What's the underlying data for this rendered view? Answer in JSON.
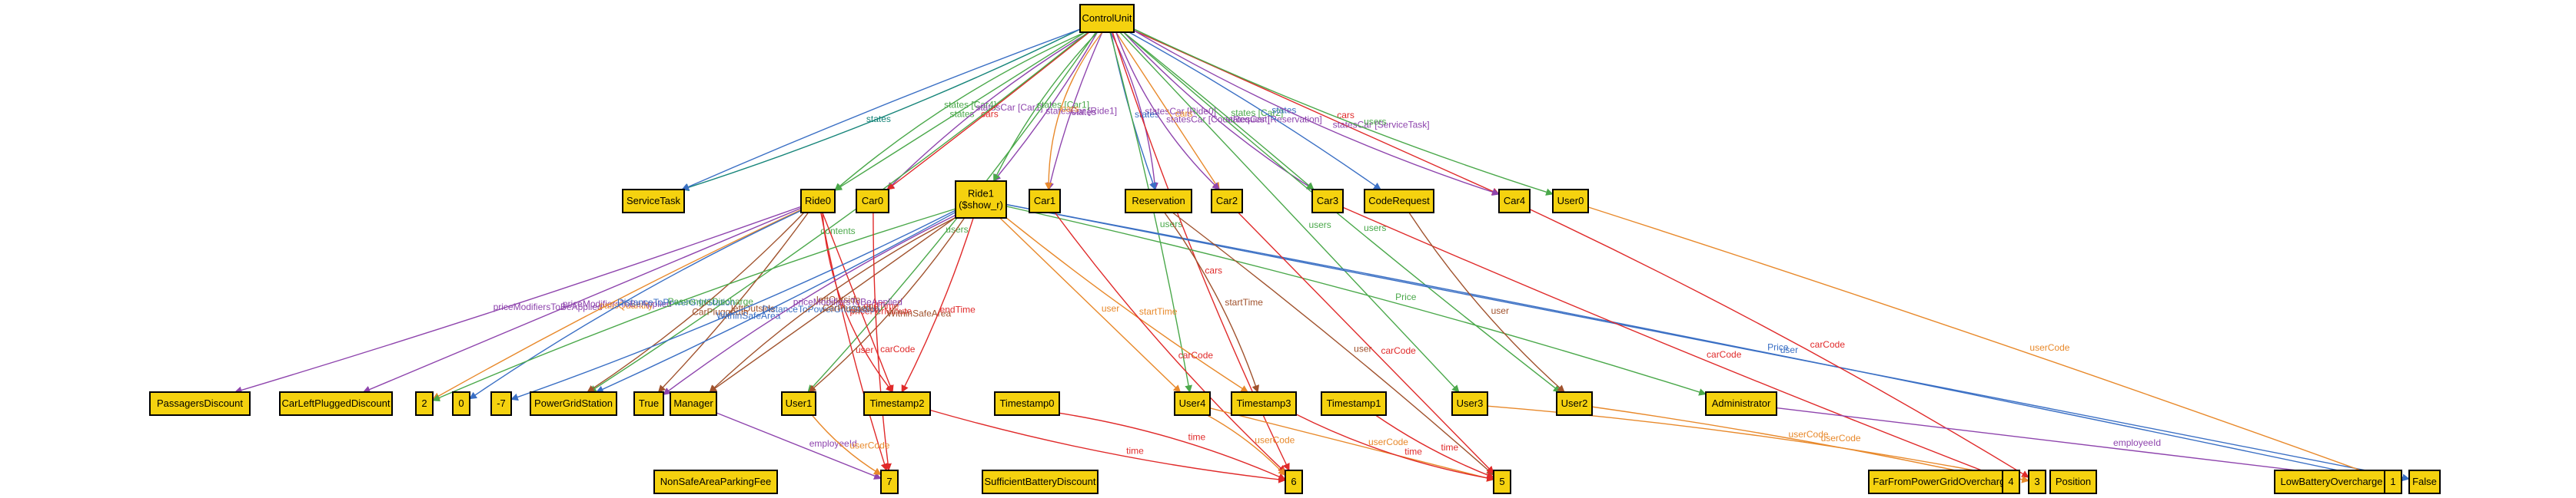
{
  "colors": {
    "node_fill": "#f5d20f",
    "green": "#4aa84a",
    "teal": "#17857a",
    "orange": "#e8892b",
    "red": "#e02a2a",
    "purple": "#8e44ad",
    "blue": "#3a6fc4",
    "brown": "#a0522d"
  },
  "nodes": [
    {
      "id": "ControlUnit",
      "label": "ControlUnit"
    },
    {
      "id": "ServiceTask",
      "label": "ServiceTask"
    },
    {
      "id": "Ride0",
      "label": "Ride0"
    },
    {
      "id": "Car0",
      "label": "Car0"
    },
    {
      "id": "Ride1",
      "label": "Ride1\n($show_r)"
    },
    {
      "id": "Car1",
      "label": "Car1"
    },
    {
      "id": "Reservation",
      "label": "Reservation"
    },
    {
      "id": "Car2",
      "label": "Car2"
    },
    {
      "id": "Car3",
      "label": "Car3"
    },
    {
      "id": "CodeRequest",
      "label": "CodeRequest"
    },
    {
      "id": "Car4",
      "label": "Car4"
    },
    {
      "id": "User0",
      "label": "User0"
    },
    {
      "id": "PassagersDiscount",
      "label": "PassagersDiscount"
    },
    {
      "id": "CarLeftPluggedDiscount",
      "label": "CarLeftPluggedDiscount"
    },
    {
      "id": "N2",
      "label": "2"
    },
    {
      "id": "N0",
      "label": "0"
    },
    {
      "id": "Nm7",
      "label": "-7"
    },
    {
      "id": "PowerGridStation",
      "label": "PowerGridStation"
    },
    {
      "id": "True",
      "label": "True"
    },
    {
      "id": "Manager",
      "label": "Manager"
    },
    {
      "id": "User1",
      "label": "User1"
    },
    {
      "id": "Timestamp2",
      "label": "Timestamp2"
    },
    {
      "id": "Timestamp0",
      "label": "Timestamp0"
    },
    {
      "id": "User4",
      "label": "User4"
    },
    {
      "id": "Timestamp3",
      "label": "Timestamp3"
    },
    {
      "id": "Timestamp1",
      "label": "Timestamp1"
    },
    {
      "id": "User3",
      "label": "User3"
    },
    {
      "id": "User2",
      "label": "User2"
    },
    {
      "id": "Administrator",
      "label": "Administrator"
    },
    {
      "id": "NonSafeAreaParkingFee",
      "label": "NonSafeAreaParkingFee"
    },
    {
      "id": "N7",
      "label": "7"
    },
    {
      "id": "SufficientBatteryDiscount",
      "label": "SufficientBatteryDiscount"
    },
    {
      "id": "N6",
      "label": "6"
    },
    {
      "id": "N5",
      "label": "5"
    },
    {
      "id": "FarFromPowerGridOvercharge",
      "label": "FarFromPowerGridOvercharge"
    },
    {
      "id": "N4",
      "label": "4"
    },
    {
      "id": "N3",
      "label": "3"
    },
    {
      "id": "Position",
      "label": "Position"
    },
    {
      "id": "LowBatteryOvercharge",
      "label": "LowBatteryOvercharge"
    },
    {
      "id": "N1",
      "label": "1"
    },
    {
      "id": "False",
      "label": "False"
    }
  ],
  "edges": [
    {
      "from": "ControlUnit",
      "to": "ServiceTask",
      "label": "states",
      "color": "teal"
    },
    {
      "from": "ControlUnit",
      "to": "ServiceTask",
      "label": "",
      "color": "blue"
    },
    {
      "from": "ControlUnit",
      "to": "Ride0",
      "label": "states",
      "color": "green"
    },
    {
      "from": "ControlUnit",
      "to": "Ride0",
      "label": "states [Car4]",
      "color": "green"
    },
    {
      "from": "ControlUnit",
      "to": "Car0",
      "label": "statesCar [Car1]",
      "color": "purple"
    },
    {
      "from": "ControlUnit",
      "to": "Car0",
      "label": "cars",
      "color": "red"
    },
    {
      "from": "ControlUnit",
      "to": "Ride1",
      "label": "statesCar [Ride1]",
      "color": "purple"
    },
    {
      "from": "ControlUnit",
      "to": "Ride1",
      "label": "states [Car1]",
      "color": "green"
    },
    {
      "from": "ControlUnit",
      "to": "Car1",
      "label": "states",
      "color": "purple"
    },
    {
      "from": "ControlUnit",
      "to": "Car1",
      "label": "cars",
      "color": "orange"
    },
    {
      "from": "ControlUnit",
      "to": "Reservation",
      "label": "statesCar [Ride0]",
      "color": "purple"
    },
    {
      "from": "ControlUnit",
      "to": "Reservation",
      "label": "states",
      "color": "blue"
    },
    {
      "from": "ControlUnit",
      "to": "Car2",
      "label": "cars",
      "color": "orange"
    },
    {
      "from": "ControlUnit",
      "to": "Car2",
      "label": "statesCar [CodeRequest]",
      "color": "purple"
    },
    {
      "from": "ControlUnit",
      "to": "Car3",
      "label": "statesCar [Reservation]",
      "color": "purple"
    },
    {
      "from": "ControlUnit",
      "to": "Car3",
      "label": "states [Car2]",
      "color": "green"
    },
    {
      "from": "ControlUnit",
      "to": "CodeRequest",
      "label": "states",
      "color": "blue"
    },
    {
      "from": "ControlUnit",
      "to": "Car4",
      "label": "cars",
      "color": "red"
    },
    {
      "from": "ControlUnit",
      "to": "Car4",
      "label": "statesCar [ServiceTask]",
      "color": "purple"
    },
    {
      "from": "ControlUnit",
      "to": "User0",
      "label": "users",
      "color": "green"
    },
    {
      "from": "ControlUnit",
      "to": "User1",
      "label": "users",
      "color": "green"
    },
    {
      "from": "ControlUnit",
      "to": "User4",
      "label": "users",
      "color": "green"
    },
    {
      "from": "ControlUnit",
      "to": "User3",
      "label": "users",
      "color": "green"
    },
    {
      "from": "ControlUnit",
      "to": "User2",
      "label": "users",
      "color": "green"
    },
    {
      "from": "ControlUnit",
      "to": "N6",
      "label": "cars",
      "color": "red"
    },
    {
      "from": "ControlUnit",
      "to": "PowerGridStation",
      "label": "contents",
      "color": "green"
    },
    {
      "from": "Ride0",
      "to": "PassagersDiscount",
      "label": "priceModifiersToBeApplied",
      "color": "purple"
    },
    {
      "from": "Ride0",
      "to": "CarLeftPluggedDiscount",
      "label": "priceModifiersToBeApplied",
      "color": "purple"
    },
    {
      "from": "Ride0",
      "to": "N2",
      "label": "passQuantity",
      "color": "orange"
    },
    {
      "from": "Ride0",
      "to": "N0",
      "label": "DistanceToPowerGridStation",
      "color": "blue"
    },
    {
      "from": "Ride0",
      "to": "PowerGridStation",
      "label": "CarPluggedIn",
      "color": "brown"
    },
    {
      "from": "Ride0",
      "to": "True",
      "label": "leftOutside",
      "color": "brown"
    },
    {
      "from": "Ride0",
      "to": "Timestamp2",
      "label": "endTime",
      "color": "red"
    },
    {
      "from": "Ride0",
      "to": "N7",
      "label": "user",
      "color": "red"
    },
    {
      "from": "Ride0",
      "to": "Timestamp2",
      "label": "pricePerMinute",
      "color": "red"
    },
    {
      "from": "Ride1",
      "to": "Nm7",
      "label": "WithinSafeArea",
      "color": "blue"
    },
    {
      "from": "Ride1",
      "to": "PowerGridStation",
      "label": "DistanceToPowerGridStation",
      "color": "blue"
    },
    {
      "from": "Ride1",
      "to": "Manager",
      "label": "CarPluggedIn",
      "color": "brown"
    },
    {
      "from": "Ride1",
      "to": "Manager",
      "label": "leftOutside",
      "color": "brown"
    },
    {
      "from": "Ride1",
      "to": "N2",
      "label": "PassengerDischarge",
      "color": "green"
    },
    {
      "from": "Ride1",
      "to": "User1",
      "label": "WithinSafeArea",
      "color": "brown"
    },
    {
      "from": "Ride1",
      "to": "Timestamp2",
      "label": "endTime",
      "color": "red"
    },
    {
      "from": "Ride1",
      "to": "User4",
      "label": "user",
      "color": "orange"
    },
    {
      "from": "Ride1",
      "to": "Timestamp3",
      "label": "startTime",
      "color": "orange"
    },
    {
      "from": "Ride1",
      "to": "True",
      "label": "priceModifiersToBeApplied",
      "color": "purple"
    },
    {
      "from": "Ride1",
      "to": "Administrator",
      "label": "Price",
      "color": "green"
    },
    {
      "from": "Ride1",
      "to": "N1",
      "label": "Price",
      "color": "blue"
    },
    {
      "from": "Ride1",
      "to": "False",
      "label": "user",
      "color": "blue"
    },
    {
      "from": "Car0",
      "to": "N7",
      "label": "carCode",
      "color": "red"
    },
    {
      "from": "Car1",
      "to": "N6",
      "label": "carCode",
      "color": "red"
    },
    {
      "from": "Reservation",
      "to": "Timestamp3",
      "label": "startTime",
      "color": "brown"
    },
    {
      "from": "Reservation",
      "to": "N5",
      "label": "user",
      "color": "brown"
    },
    {
      "from": "Car2",
      "to": "N5",
      "label": "carCode",
      "color": "red"
    },
    {
      "from": "Car3",
      "to": "N4",
      "label": "carCode",
      "color": "red"
    },
    {
      "from": "CodeRequest",
      "to": "User2",
      "label": "user",
      "color": "brown"
    },
    {
      "from": "Car4",
      "to": "N3",
      "label": "carCode",
      "color": "red"
    },
    {
      "from": "User0",
      "to": "N1",
      "label": "userCode",
      "color": "orange"
    },
    {
      "from": "Manager",
      "to": "N7",
      "label": "employeeId",
      "color": "purple"
    },
    {
      "from": "User1",
      "to": "N7",
      "label": "userCode",
      "color": "orange"
    },
    {
      "from": "Timestamp2",
      "to": "N6",
      "label": "time",
      "color": "red"
    },
    {
      "from": "Timestamp0",
      "to": "N6",
      "label": "time",
      "color": "red"
    },
    {
      "from": "User4",
      "to": "N6",
      "label": "userCode",
      "color": "orange"
    },
    {
      "from": "User4",
      "to": "N5",
      "label": "userCode",
      "color": "orange"
    },
    {
      "from": "Timestamp1",
      "to": "N5",
      "label": "time",
      "color": "red"
    },
    {
      "from": "Timestamp3",
      "to": "N5",
      "label": "time",
      "color": "red"
    },
    {
      "from": "User3",
      "to": "N3",
      "label": "userCode",
      "color": "orange"
    },
    {
      "from": "User2",
      "to": "N4",
      "label": "userCode",
      "color": "orange"
    },
    {
      "from": "Administrator",
      "to": "N1",
      "label": "employeeId",
      "color": "purple"
    }
  ]
}
